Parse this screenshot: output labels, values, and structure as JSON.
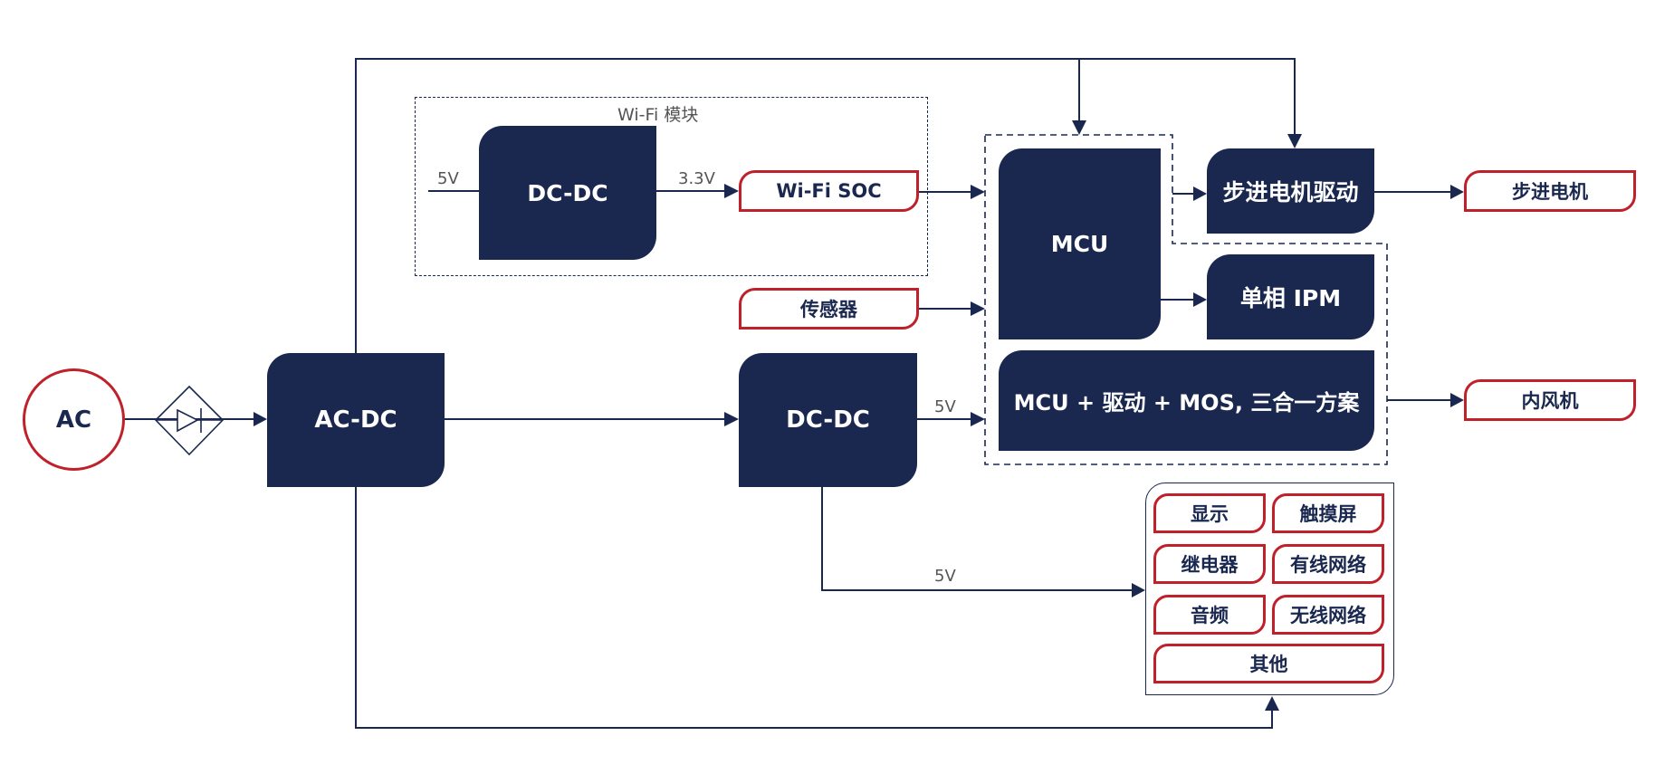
{
  "colors": {
    "navy": "#1a2850",
    "red": "#c0202a",
    "label_gray": "#555555"
  },
  "source": {
    "label": "AC"
  },
  "rectifier": {
    "icon": "diode-bridge-icon"
  },
  "blocks": {
    "ac_dc": "AC-DC",
    "wifi_dc_dc": "DC-DC",
    "main_dc_dc": "DC-DC",
    "mcu": "MCU",
    "stepper_driver": "步进电机驱动",
    "single_phase_ipm": "单相 IPM",
    "three_in_one": "MCU + 驱动 + MOS, 三合一方案"
  },
  "wifi_module": {
    "title": "Wi-Fi 模块",
    "input_voltage": "5V",
    "output_voltage": "3.3V",
    "soc": "Wi-Fi SOC"
  },
  "sensor": "传感器",
  "outputs": {
    "stepper_motor": "步进电机",
    "indoor_fan": "内风机"
  },
  "voltages": {
    "dc_dc_to_mcu": "5V",
    "dc_dc_to_peripherals": "5V"
  },
  "peripherals": {
    "items": [
      "显示",
      "触摸屏",
      "继电器",
      "有线网络",
      "音频",
      "无线网络",
      "其他"
    ]
  }
}
